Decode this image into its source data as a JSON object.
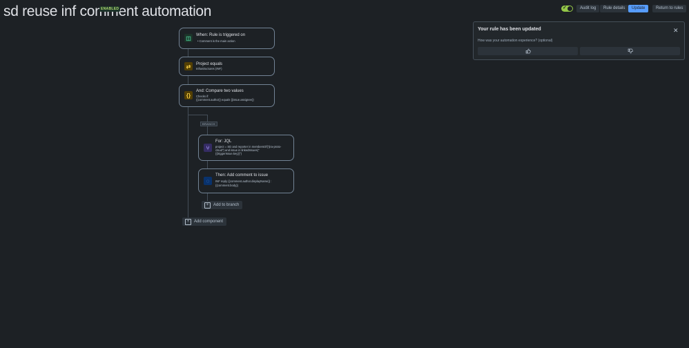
{
  "header": {
    "title": "sd reuse inf comment automation",
    "status_badge": "ENABLED",
    "buttons": {
      "audit_log": "Audit log",
      "rule_details": "Rule details",
      "update": "Update",
      "return_to_rules": "Return to rules"
    },
    "toggle_on": true
  },
  "feedback_panel": {
    "title": "Your rule has been updated",
    "question": "How was your automation experience? (optional)",
    "thumbs_up_icon": "thumbs-up-icon",
    "thumbs_down_icon": "thumbs-down-icon"
  },
  "rule": {
    "trigger": {
      "title": "When: Rule is triggered on",
      "detail": "Comment is the main action"
    },
    "condition": {
      "title": "Project equals",
      "detail": "Infrastructures (INF)"
    },
    "compare": {
      "title": "And: Compare two values",
      "detail1": "Checks if:",
      "detail2": "{{comment.author}} equals {{issue.assignee}}"
    },
    "branch_tag": "BRANCH",
    "branch_jql": {
      "title": "For: JQL",
      "line1": "project = SD and reporter in membersOf(\"jira-proto-",
      "line2": "cloud\") and issue in linkedIssues(\"",
      "line3": "{{triggerIssue.key}}\")"
    },
    "branch_action": {
      "title": "Then: Add comment to issue",
      "line1": "INF reply {{comment.author.displayName}} :",
      "line2": "{{comment.body}}"
    },
    "add_to_branch": "Add to branch",
    "add_component": "Add component"
  },
  "colors": {
    "accent": "#579dff",
    "enabled": "#94c748",
    "background": "#1d2125"
  }
}
